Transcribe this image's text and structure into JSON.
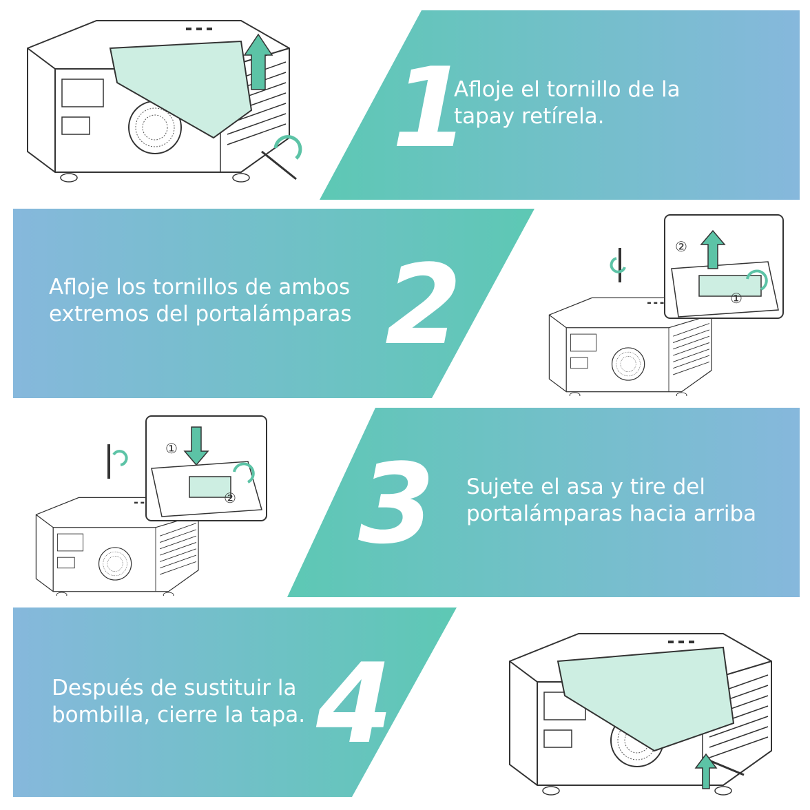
{
  "colors": {
    "teal": "#5dc8b4",
    "blue": "#85b9da",
    "line": "#3a3a3a",
    "accent_fill": "#cdeee2",
    "accent_arrow": "#5cc3a6"
  },
  "steps": [
    {
      "number": "1",
      "text_lines": [
        "Afloje el tornillo de la",
        "tapay retírela."
      ],
      "illustration": "projector-cover-removal-icon"
    },
    {
      "number": "2",
      "text_lines": [
        "Afloje los tornillos de ambos",
        "extremos del portalámparas"
      ],
      "illustration": "lamp-holder-screws-icon"
    },
    {
      "number": "3",
      "text_lines": [
        "Sujete el asa y tire del",
        "portalámparas hacia arriba"
      ],
      "illustration": "lamp-holder-pull-icon"
    },
    {
      "number": "4",
      "text_lines": [
        "Después de sustituir la",
        "bombilla, cierre la tapa."
      ],
      "illustration": "projector-cover-close-icon"
    }
  ],
  "callouts": {
    "step2_first": "①",
    "step2_second": "②",
    "step3_first": "①",
    "step3_second": "②"
  }
}
